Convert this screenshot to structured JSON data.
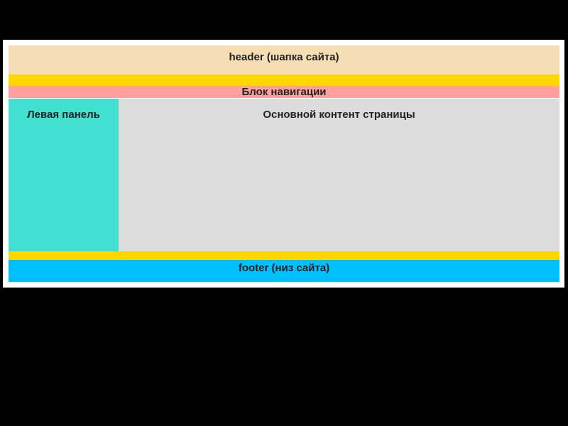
{
  "header": {
    "label": "header (шапка сайта)",
    "color": "#f5deb3"
  },
  "divider_color": "#ffd700",
  "navigation": {
    "label": "Блок навигации",
    "color": "#ff9f9f"
  },
  "left_panel": {
    "label": "Левая панель",
    "color": "#41e0d0"
  },
  "main_content": {
    "label": "Основной контент страницы",
    "color": "#dcdcdc"
  },
  "footer": {
    "label": "footer (низ сайта)",
    "color": "#00bfff"
  }
}
